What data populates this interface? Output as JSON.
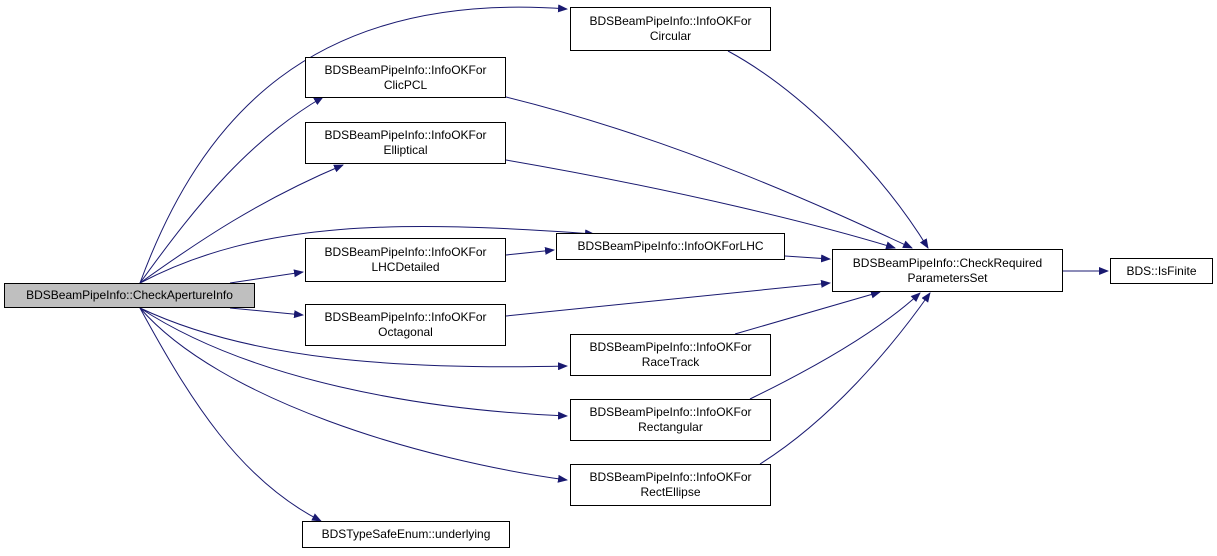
{
  "colors": {
    "edge": "#191970",
    "root_fill": "#bfbfbf",
    "node_border": "#000000"
  },
  "nodes": {
    "check_aperture_info": {
      "lines": [
        "BDSBeamPipeInfo::CheckApertureInfo"
      ]
    },
    "circular": {
      "lines": [
        "BDSBeamPipeInfo::InfoOKFor",
        "Circular"
      ]
    },
    "clicpcl": {
      "lines": [
        "BDSBeamPipeInfo::InfoOKFor",
        "ClicPCL"
      ]
    },
    "elliptical": {
      "lines": [
        "BDSBeamPipeInfo::InfoOKFor",
        "Elliptical"
      ]
    },
    "lhc": {
      "lines": [
        "BDSBeamPipeInfo::InfoOKForLHC"
      ]
    },
    "lhcdetailed": {
      "lines": [
        "BDSBeamPipeInfo::InfoOKFor",
        "LHCDetailed"
      ]
    },
    "octagonal": {
      "lines": [
        "BDSBeamPipeInfo::InfoOKFor",
        "Octagonal"
      ]
    },
    "racetrack": {
      "lines": [
        "BDSBeamPipeInfo::InfoOKFor",
        "RaceTrack"
      ]
    },
    "rectangular": {
      "lines": [
        "BDSBeamPipeInfo::InfoOKFor",
        "Rectangular"
      ]
    },
    "rectellipse": {
      "lines": [
        "BDSBeamPipeInfo::InfoOKFor",
        "RectEllipse"
      ]
    },
    "underlying": {
      "lines": [
        "BDSTypeSafeEnum::underlying"
      ]
    },
    "check_required": {
      "lines": [
        "BDSBeamPipeInfo::CheckRequired",
        "ParametersSet"
      ]
    },
    "is_finite": {
      "lines": [
        "BDS::IsFinite"
      ]
    }
  },
  "edges": [
    [
      "check_aperture_info",
      "circular"
    ],
    [
      "check_aperture_info",
      "clicpcl"
    ],
    [
      "check_aperture_info",
      "elliptical"
    ],
    [
      "check_aperture_info",
      "lhc"
    ],
    [
      "check_aperture_info",
      "lhcdetailed"
    ],
    [
      "check_aperture_info",
      "octagonal"
    ],
    [
      "check_aperture_info",
      "racetrack"
    ],
    [
      "check_aperture_info",
      "rectangular"
    ],
    [
      "check_aperture_info",
      "rectellipse"
    ],
    [
      "check_aperture_info",
      "underlying"
    ],
    [
      "circular",
      "check_required"
    ],
    [
      "clicpcl",
      "check_required"
    ],
    [
      "elliptical",
      "check_required"
    ],
    [
      "lhc",
      "check_required"
    ],
    [
      "lhcdetailed",
      "lhc"
    ],
    [
      "octagonal",
      "check_required"
    ],
    [
      "racetrack",
      "check_required"
    ],
    [
      "rectangular",
      "check_required"
    ],
    [
      "rectellipse",
      "check_required"
    ],
    [
      "check_required",
      "is_finite"
    ]
  ]
}
